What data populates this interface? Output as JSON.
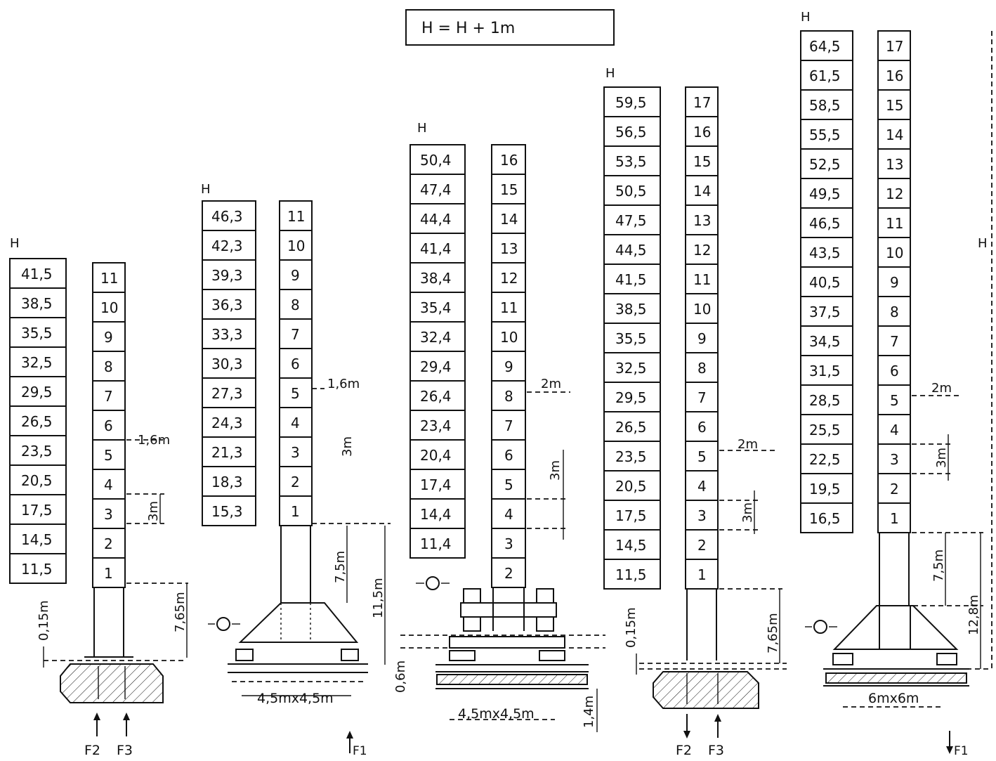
{
  "formula": "H = H + 1m",
  "header_label": "H",
  "right_edge_label": "H",
  "units": {
    "0": {
      "heights": [
        "41,5",
        "38,5",
        "35,5",
        "32,5",
        "29,5",
        "26,5",
        "23,5",
        "20,5",
        "17,5",
        "14,5",
        "11,5"
      ],
      "sections": [
        "11",
        "10",
        "9",
        "8",
        "7",
        "6",
        "5",
        "4",
        "3",
        "2",
        "1"
      ],
      "dims": {
        "a": "1,6m",
        "b": "3m",
        "c": "7,65m",
        "d": "0,15m"
      },
      "forces": {
        "f2": "F2",
        "f3": "F3"
      }
    },
    "1": {
      "heights": [
        "46,3",
        "42,3",
        "39,3",
        "36,3",
        "33,3",
        "30,3",
        "27,3",
        "24,3",
        "21,3",
        "18,3",
        "15,3"
      ],
      "sections": [
        "11",
        "10",
        "9",
        "8",
        "7",
        "6",
        "5",
        "4",
        "3",
        "2",
        "1"
      ],
      "dims": {
        "a": "1,6m",
        "b": "3m",
        "c": "7,5m",
        "d": "11,5m"
      },
      "base": "4,5mx4,5m",
      "forces": {
        "f1": "F1"
      }
    },
    "2": {
      "heights": [
        "50,4",
        "47,4",
        "44,4",
        "41,4",
        "38,4",
        "35,4",
        "32,4",
        "29,4",
        "26,4",
        "23,4",
        "20,4",
        "17,4",
        "14,4",
        "11,4"
      ],
      "sections": [
        "16",
        "15",
        "14",
        "13",
        "12",
        "11",
        "10",
        "9",
        "8",
        "7",
        "6",
        "5",
        "4",
        "3",
        "2"
      ],
      "dims": {
        "a": "2m",
        "b": "3m",
        "c": "0,6m",
        "d": "1,4m"
      },
      "base": "4,5mx4,5m"
    },
    "3": {
      "heights": [
        "59,5",
        "56,5",
        "53,5",
        "50,5",
        "47,5",
        "44,5",
        "41,5",
        "38,5",
        "35,5",
        "32,5",
        "29,5",
        "26,5",
        "23,5",
        "20,5",
        "17,5",
        "14,5",
        "11,5"
      ],
      "sections": [
        "17",
        "16",
        "15",
        "14",
        "13",
        "12",
        "11",
        "10",
        "9",
        "8",
        "7",
        "6",
        "5",
        "4",
        "3",
        "2",
        "1"
      ],
      "dims": {
        "a": "2m",
        "b": "3m",
        "c": "7,65m",
        "d": "0,15m"
      },
      "forces": {
        "f2": "F2",
        "f3": "F3"
      }
    },
    "4": {
      "heights": [
        "64,5",
        "61,5",
        "58,5",
        "55,5",
        "52,5",
        "49,5",
        "46,5",
        "43,5",
        "40,5",
        "37,5",
        "34,5",
        "31,5",
        "28,5",
        "25,5",
        "22,5",
        "19,5",
        "16,5"
      ],
      "sections": [
        "17",
        "16",
        "15",
        "14",
        "13",
        "12",
        "11",
        "10",
        "9",
        "8",
        "7",
        "6",
        "5",
        "4",
        "3",
        "2",
        "1"
      ],
      "dims": {
        "a": "2m",
        "b": "3m",
        "c": "7,5m",
        "d": "12,8m"
      },
      "base": "6mx6m",
      "forces": {
        "f1": "F1"
      }
    }
  }
}
